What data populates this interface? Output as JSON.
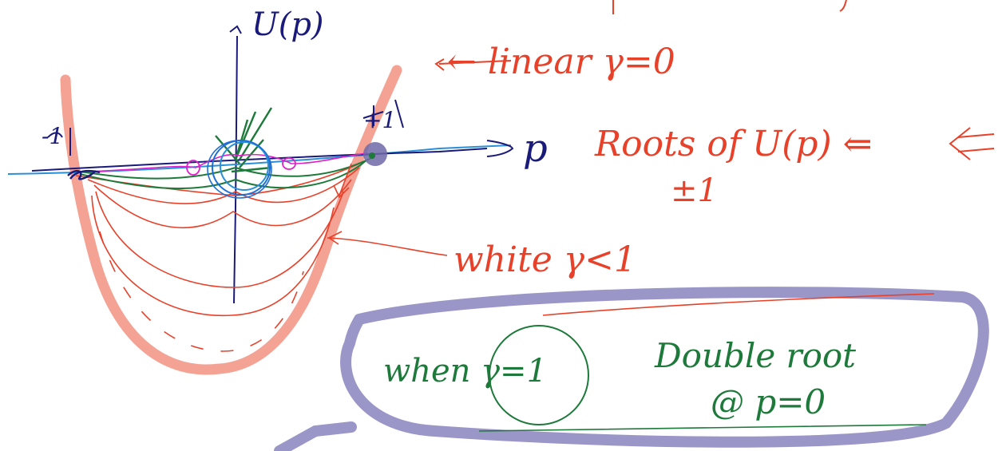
{
  "annotations": {
    "y_axis_label": "U(p)",
    "x_axis_label": "p",
    "left_root_label": "-1",
    "right_root_label": "+1",
    "linear_note": "← linear γ=0",
    "roots_note": "Roots of U(p) ⇐",
    "roots_value": "±1",
    "white_note": "white γ<1",
    "box_left": "when γ=1",
    "box_right_line1": "Double root",
    "box_right_line2": "@ p=0"
  },
  "colors": {
    "axis": "#1a1a7a",
    "ink_red": "#e8412a",
    "ink_green": "#1d7a3a",
    "ink_magenta": "#e020c8",
    "ink_blue": "#1e6fd6",
    "highlight_salmon": "#f4a294",
    "highlight_lavender": "#9b96c8",
    "dot_navy": "#2b2f7a"
  }
}
